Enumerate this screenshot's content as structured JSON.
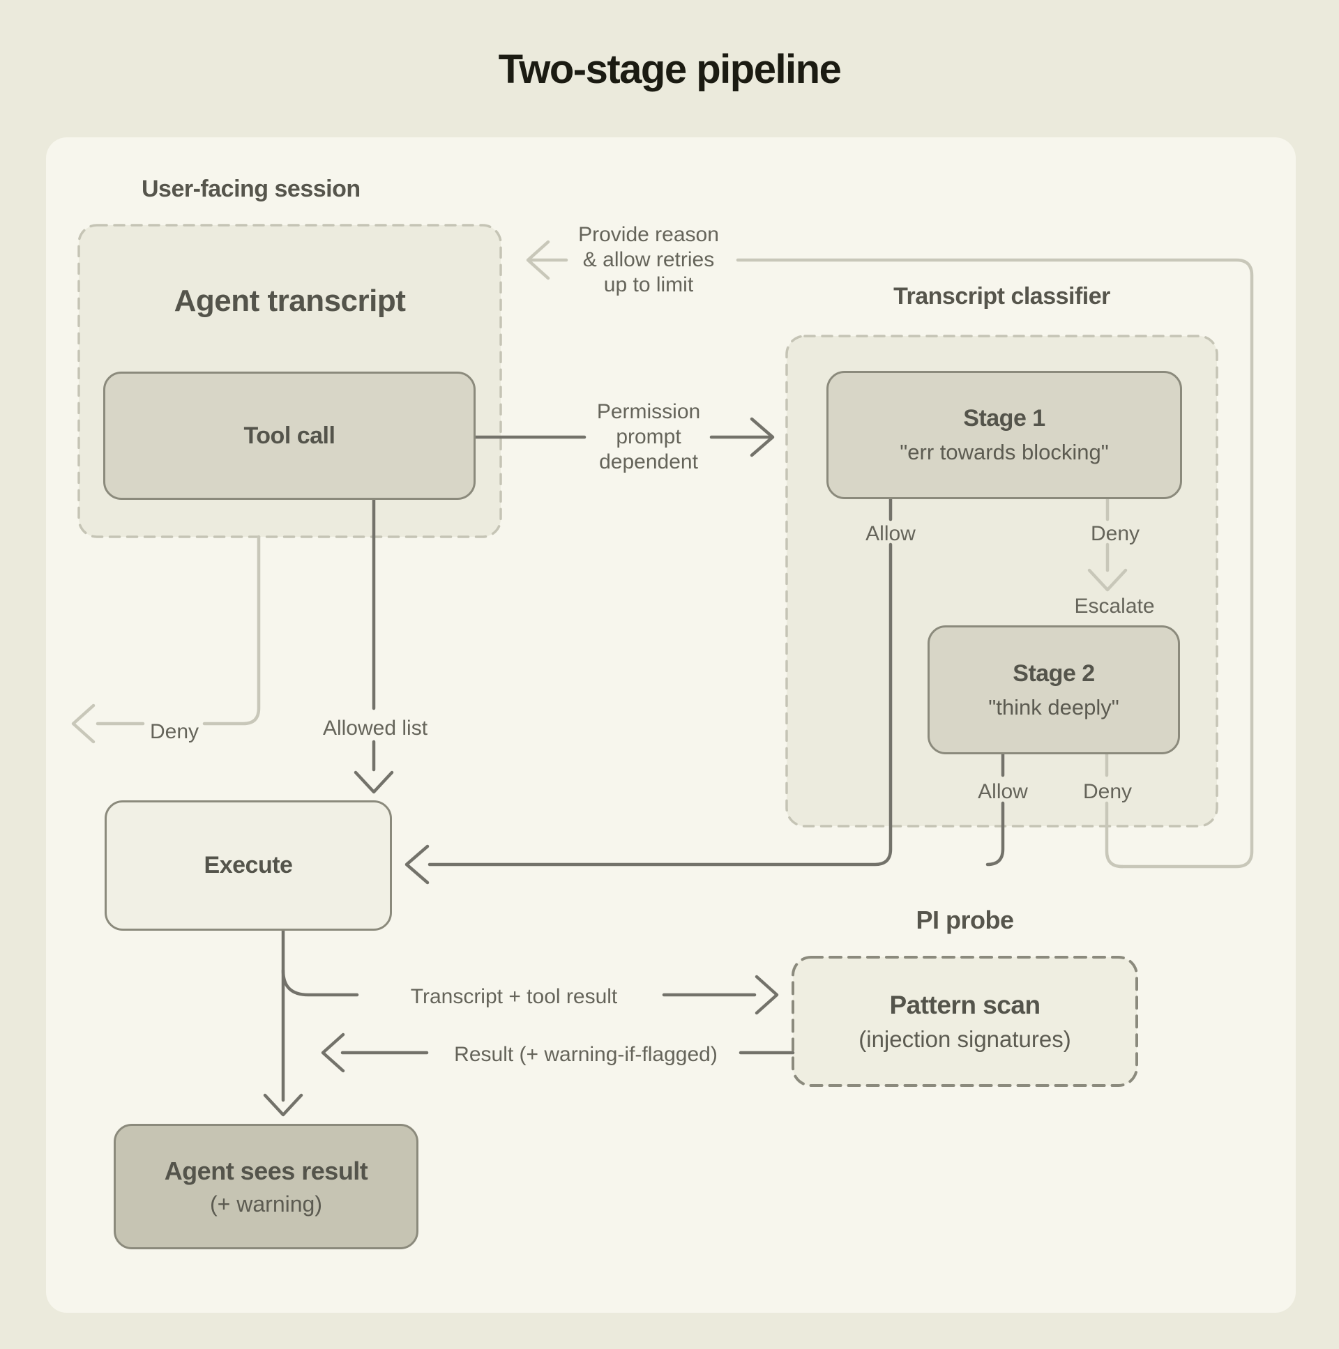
{
  "title": "Two-stage pipeline",
  "sections": {
    "session": {
      "label": "User-facing session",
      "heading": "Agent transcript"
    },
    "classifier": {
      "label": "Transcript classifier"
    },
    "probe": {
      "label": "PI probe"
    }
  },
  "nodes": {
    "tool_call": {
      "title": "Tool call"
    },
    "stage1": {
      "title": "Stage 1",
      "subtitle": "\"err towards blocking\""
    },
    "stage2": {
      "title": "Stage 2",
      "subtitle": "\"think deeply\""
    },
    "execute": {
      "title": "Execute"
    },
    "pattern_scan": {
      "title": "Pattern scan",
      "subtitle": "(injection signatures)"
    },
    "agent_sees_result": {
      "title": "Agent sees result",
      "subtitle": "(+ warning)"
    }
  },
  "edges": {
    "provide_reason": "Provide reason\n& allow retries\nup to limit",
    "permission": "Permission\nprompt\ndependent",
    "stage1_allow": "Allow",
    "stage1_deny": "Deny",
    "escalate": "Escalate",
    "stage2_allow": "Allow",
    "stage2_deny": "Deny",
    "session_deny": "Deny",
    "allowed_list": "Allowed list",
    "transcript_tool_result": "Transcript + tool result",
    "result_warning": "Result (+ warning-if-flagged)"
  },
  "colors": {
    "background": "#EBEADC",
    "panel": "#F7F6ED",
    "zone_fill": "#ECEBDE",
    "zone_dash": "#C5C4B5",
    "node_fill": "#D8D6C7",
    "node_border": "#8B8A7C",
    "execute_fill": "#F1F0E5",
    "result_fill": "#C6C4B3",
    "probe_fill": "#EFEEE1",
    "line_dark": "#73726A",
    "line_light": "#C8C7B9",
    "title_text": "#1B1B12",
    "label_text": "#65645A"
  }
}
